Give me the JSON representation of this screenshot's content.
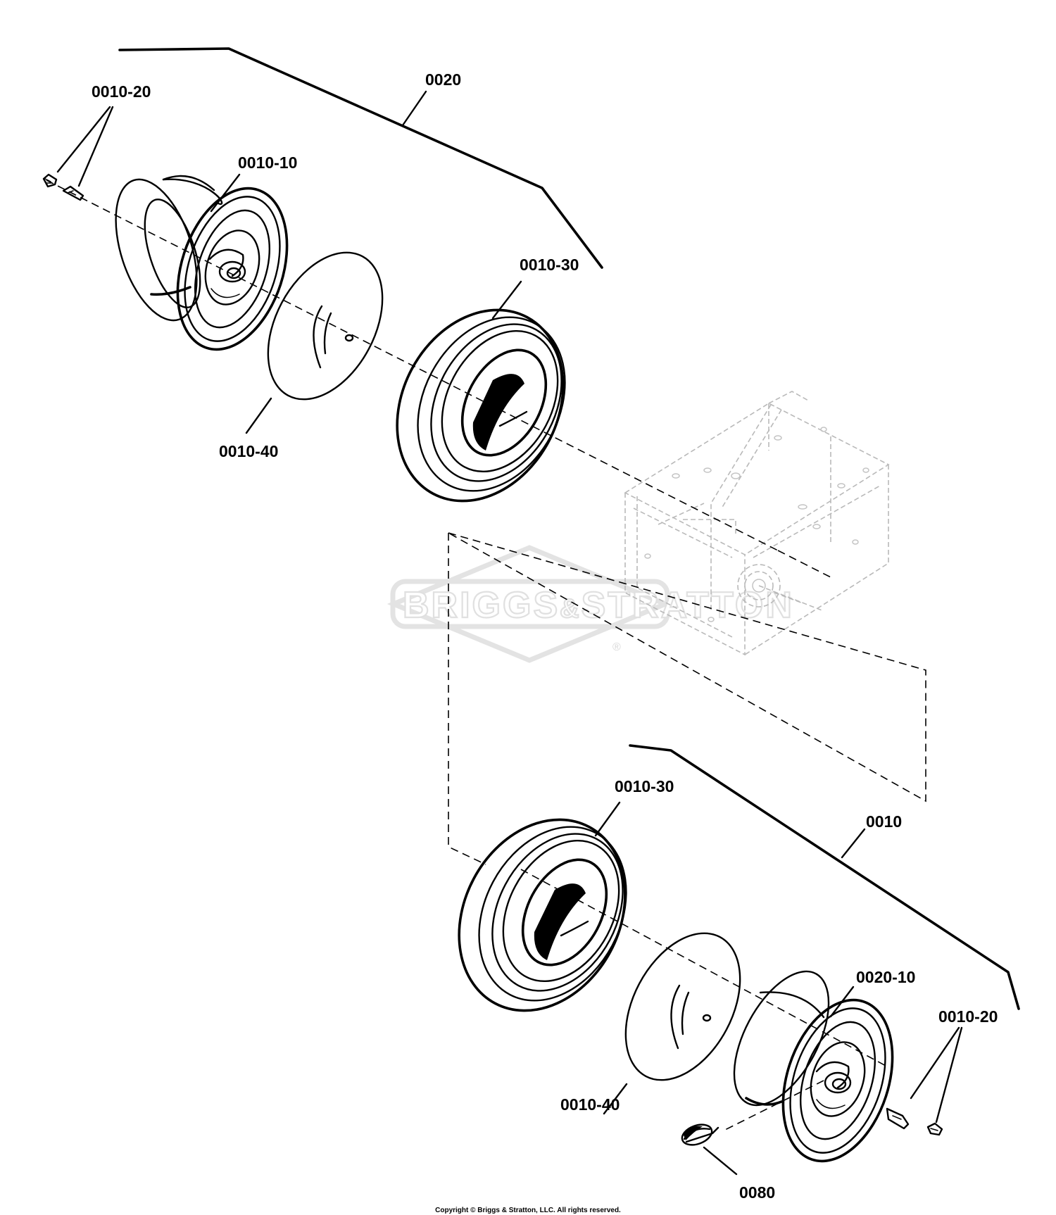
{
  "diagram": {
    "labels": {
      "l_0020": "0020",
      "l_0010_20_top": "0010-20",
      "l_0010_10": "0010-10",
      "l_0010_30_top": "0010-30",
      "l_0010_40_top": "0010-40",
      "l_0010_30_bottom": "0010-30",
      "l_0010": "0010",
      "l_0020_10": "0020-10",
      "l_0010_20_bottom": "0010-20",
      "l_0010_40_bottom": "0010-40",
      "l_0080": "0080"
    },
    "watermark": {
      "brand_left": "BRIGGS",
      "brand_amp": "&",
      "brand_right": "STRATTON",
      "registered": "®"
    },
    "copyright": "Copyright © Briggs & Stratton, LLC. All rights reserved."
  }
}
